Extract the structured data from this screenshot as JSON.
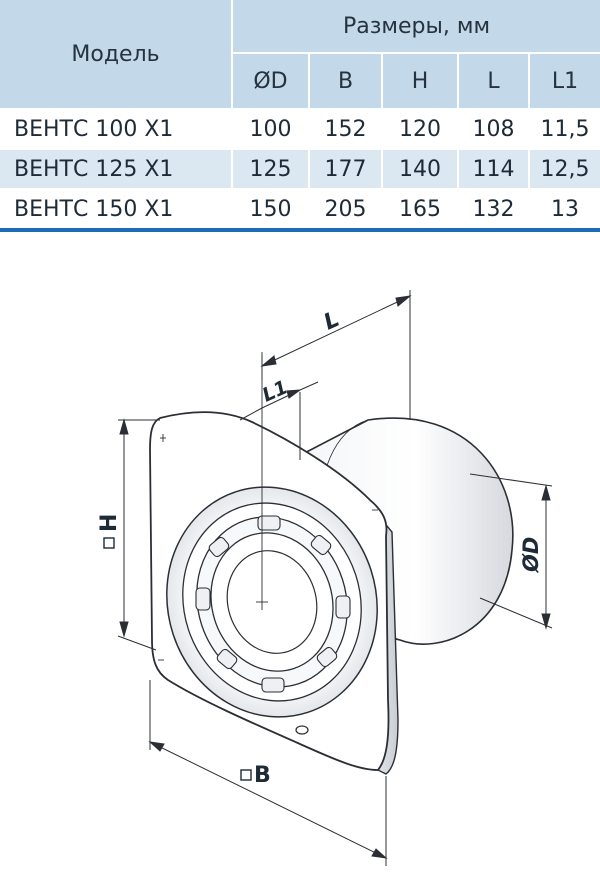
{
  "table": {
    "model_header": "Модель",
    "dims_header": "Размеры, мм",
    "columns": [
      "ØD",
      "B",
      "H",
      "L",
      "L1"
    ],
    "rows": [
      {
        "model": "ВЕНТС 100 Х1",
        "values": [
          "100",
          "152",
          "120",
          "108",
          "11,5"
        ]
      },
      {
        "model": "ВЕНТС 125 Х1",
        "values": [
          "125",
          "177",
          "140",
          "114",
          "12,5"
        ]
      },
      {
        "model": "ВЕНТС 150 Х1",
        "values": [
          "150",
          "205",
          "165",
          "132",
          "13"
        ]
      }
    ]
  },
  "drawing": {
    "label_L": "L",
    "label_L1": "L1",
    "label_H": "H",
    "label_B": "B",
    "label_D": "ØD"
  },
  "colors": {
    "header_bg": "#c3d8e8",
    "alt_row_bg": "#dbe8f2",
    "rule": "#1a6cb4"
  }
}
